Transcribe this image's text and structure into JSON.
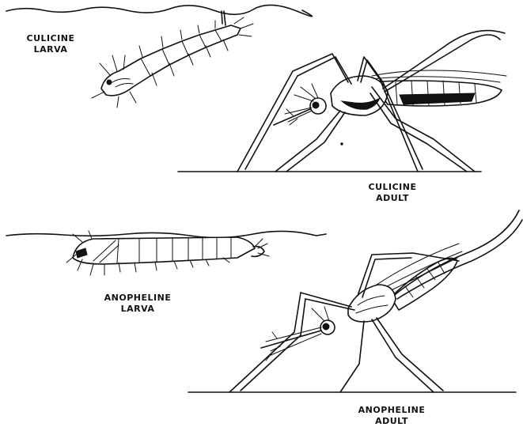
{
  "labels": {
    "culicine_larva": [
      "CULICINE",
      "LARVA"
    ],
    "culicine_adult": [
      "CULICINE",
      "ADULT"
    ],
    "anopheline_larva": [
      "ANOPHELINE",
      "LARVA"
    ],
    "anopheline_adult": [
      "ANOPHELINE",
      "ADULT"
    ]
  }
}
